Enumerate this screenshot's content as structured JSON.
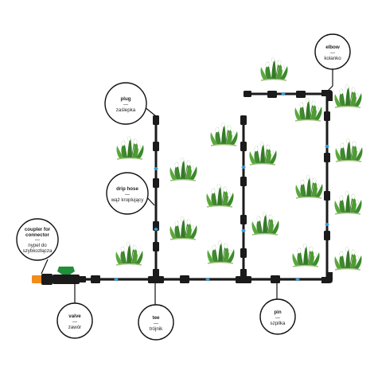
{
  "colors": {
    "pipe": "#1b1b1b",
    "pipe_highlight": "#4a4a4a",
    "water": "#2f9fe0",
    "valve_handle": "#1f8f3a",
    "connector": "#f28c1b",
    "leaf": "#3f8a2e",
    "flower": "#ffffff"
  },
  "callouts": {
    "plug": {
      "line1": "plug",
      "sep": "—",
      "line2": "zaślepka",
      "icon": "plug-icon"
    },
    "elbow": {
      "line1": "elbow",
      "sep": "—",
      "line2": "kolanko",
      "icon": "elbow-icon"
    },
    "drip": {
      "line1": "drip hose",
      "sep": "—",
      "line2": "wąż kroplujący",
      "icon": "drip-hose-icon"
    },
    "coupler": {
      "line1": "coupler for",
      "line1b": "connector",
      "sep": "—",
      "line2": "nypel do",
      "line2b": "szybkozłącza",
      "icon": "coupler-icon"
    },
    "valve": {
      "line1": "valve",
      "sep": "—",
      "line2": "zawór",
      "icon": "valve-icon"
    },
    "tee": {
      "line1": "tee",
      "sep": "—",
      "line2": "trójnik",
      "icon": "tee-icon"
    },
    "pin": {
      "line1": "pin",
      "sep": "—",
      "line2": "szpilka",
      "icon": "pin-icon"
    }
  }
}
